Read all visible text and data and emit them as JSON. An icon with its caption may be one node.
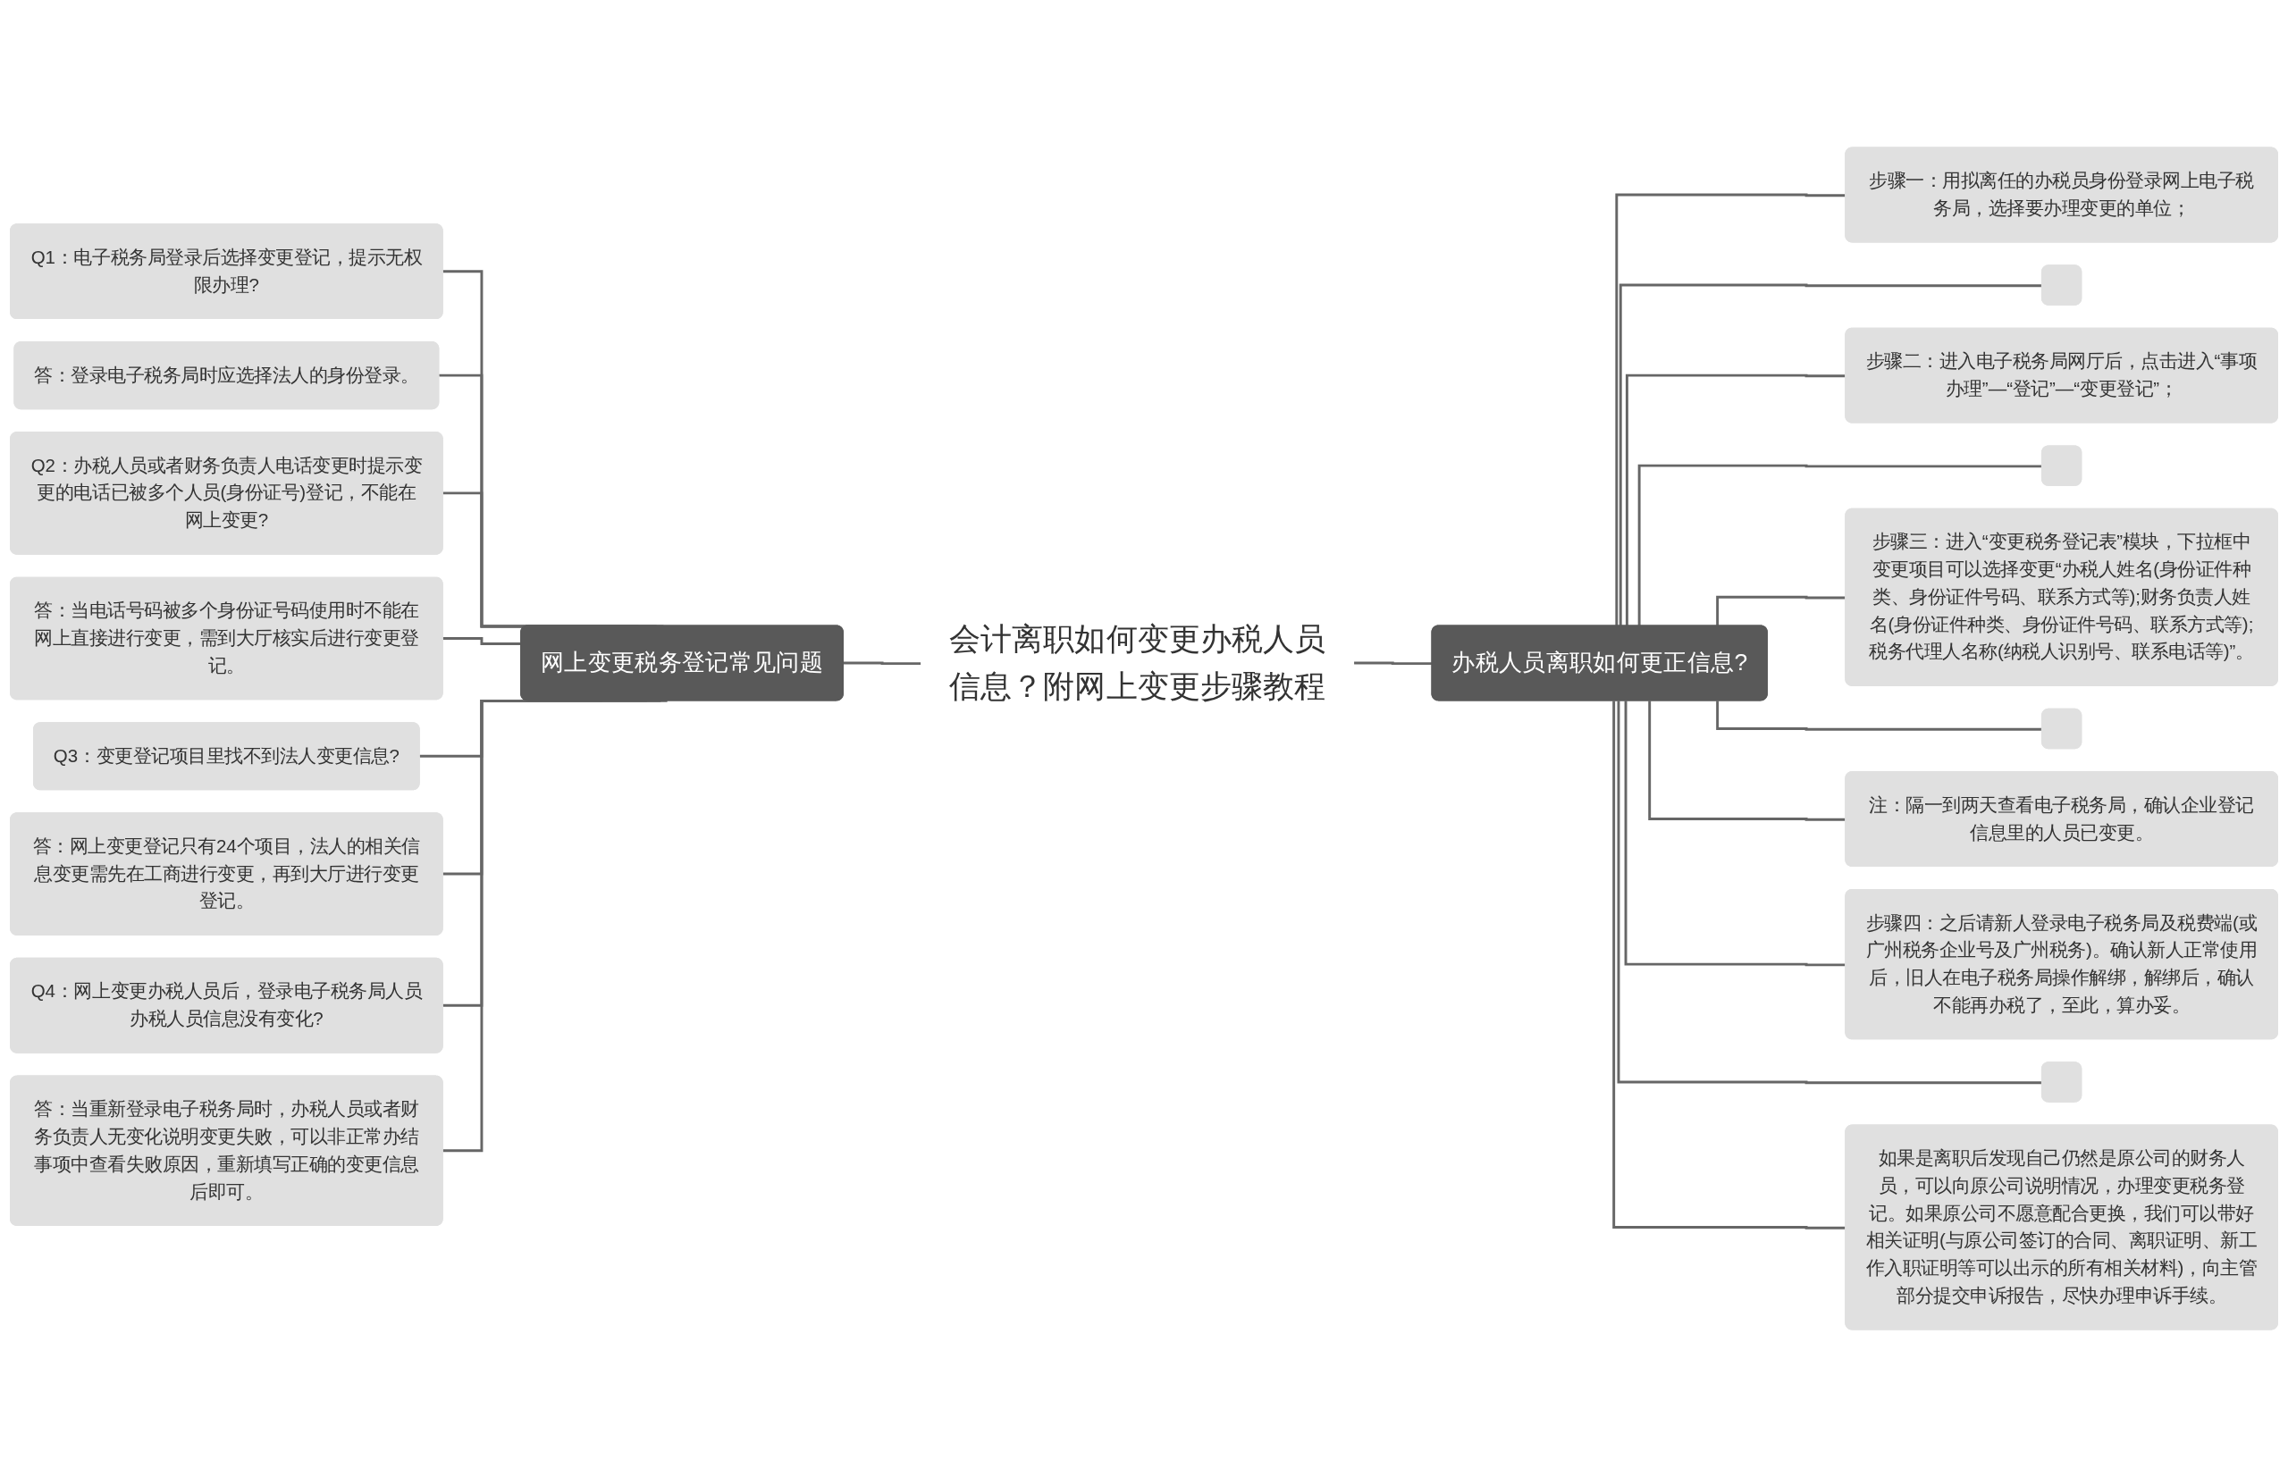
{
  "diagram": {
    "nodes": [
      {
        "text": [
          "会计离职如何变更办税人员信息？附网上变更步骤教程"
        ]
      },
      {
        "text": [
          "网上变更税务登记常见问题"
        ]
      },
      {
        "text": [
          "Q1：电子税务局登录后选择变更登记，提示无权限办理?"
        ]
      },
      {
        "text": [
          "答：登录电子税务局时应选择法人的身份登录。"
        ]
      },
      {
        "text": [
          "Q2：办税人员或者财务负责人电话变更时提示变更的电话已被多个人员(身份证号)登记，不能在网上变更?"
        ]
      },
      {
        "text": [
          "答：当电话号码被多个身份证号码使用时不能在网上直接进行变更，需到大厅核实后进行变更登记。"
        ]
      },
      {
        "text": [
          "Q3：变更登记项目里找不到法人变更信息?"
        ]
      },
      {
        "text": [
          "答：网上变更登记只有24个项目，法人的相关信息变更需先在工商进行变更，再到大厅进行变更登记。"
        ]
      },
      {
        "text": [
          "Q4：网上变更办税人员后，登录电子税务局人员办税人员信息没有变化?"
        ]
      },
      {
        "text": [
          "答：当重新登录电子税务局时，办税人员或者财务负责人无变化说明变更失败，可以非正常办结事项中查看失败原因，重新填写正确的变更信息后即可。"
        ]
      },
      {
        "text": [
          "办税人员离职如何更正信息?"
        ]
      },
      {
        "text": [
          "步骤一：用拟离任的办税员身份登录网上电子税务局，选择要办理变更的单位；"
        ]
      },
      {
        "text": [],
        "shape": "box"
      },
      {
        "text": [
          "步骤二：进入电子税务局网厅后，点击进入“事项办理”—“登记”—“变更登记”；"
        ]
      },
      {
        "text": [],
        "shape": "box"
      },
      {
        "text": [
          "步骤三：进入“变更税务登记表”模块，下拉框中变更项目可以选择变更“办税人姓名(身份证件种类、身份证件号码、联系方式等);财务负责人姓名(身份证件种类、身份证件号码、联系方式等);税务代理人名称(纳税人识别号、联系电话等)”。"
        ]
      },
      {
        "text": [],
        "shape": "box"
      },
      {
        "text": [
          "注：隔一到两天查看电子税务局，确认企业登记信息里的人员已变更。"
        ]
      },
      {
        "text": [
          "步骤四：之后请新人登录电子税务局及税费端(或广州税务企业号及广州税务)。确认新人正常使用后，旧人在电子税务局操作解绑，解绑后，确认不能再办税了，至此，算办妥。"
        ]
      },
      {
        "text": [],
        "shape": "box"
      },
      {
        "text": [
          "如果是离职后发现自己仍然是原公司的财务人员，可以向原公司说明情况，办理变更税务登记。如果原公司不愿意配合更换，我们可以带好相关证明(与原公司签订的合同、离职证明、新工作入职证明等可以出示的所有相关材料)，向主管部分提交申诉报告，尽快办理申诉手续。"
        ]
      }
    ],
    "edges": [
      {
        "from": 2,
        "to": 1,
        "arrow": "none"
      },
      {
        "from": 3,
        "to": 1,
        "arrow": "none"
      },
      {
        "from": 4,
        "to": 1,
        "arrow": "none"
      },
      {
        "from": 5,
        "to": 1,
        "arrow": "none"
      },
      {
        "from": 6,
        "to": 1,
        "arrow": "none"
      },
      {
        "from": 7,
        "to": 1,
        "arrow": "none"
      },
      {
        "from": 8,
        "to": 1,
        "arrow": "none"
      },
      {
        "from": 9,
        "to": 1,
        "arrow": "none"
      },
      {
        "from": 1,
        "to": 0,
        "arrow": "none"
      },
      {
        "from": 0,
        "to": 10,
        "arrow": "none"
      },
      {
        "from": 10,
        "to": 11,
        "arrow": "none"
      },
      {
        "from": 10,
        "to": 12,
        "arrow": "none"
      },
      {
        "from": 10,
        "to": 13,
        "arrow": "none"
      },
      {
        "from": 10,
        "to": 14,
        "arrow": "none"
      },
      {
        "from": 10,
        "to": 15,
        "arrow": "none"
      },
      {
        "from": 10,
        "to": 16,
        "arrow": "none"
      },
      {
        "from": 10,
        "to": 17,
        "arrow": "none"
      },
      {
        "from": 10,
        "to": 18,
        "arrow": "none"
      },
      {
        "from": 10,
        "to": 19,
        "arrow": "none"
      },
      {
        "from": 10,
        "to": 20,
        "arrow": "none"
      }
    ]
  }
}
